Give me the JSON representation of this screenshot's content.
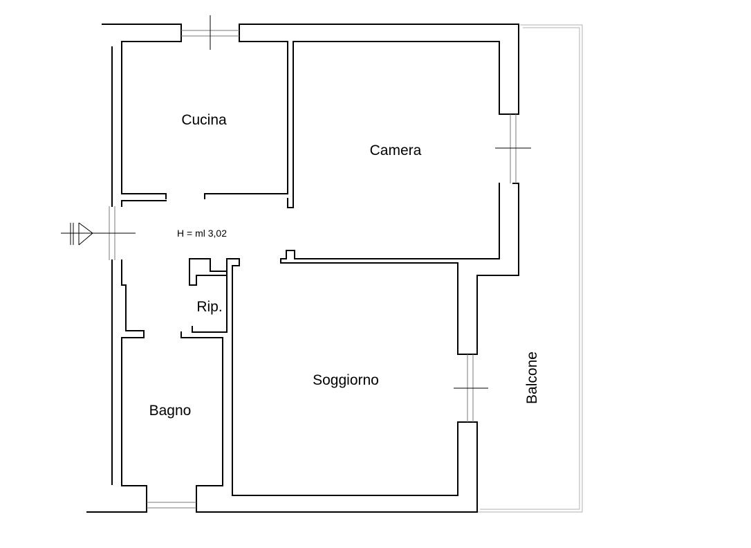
{
  "rooms": {
    "cucina": "Cucina",
    "camera": "Camera",
    "soggiorno": "Soggiorno",
    "bagno": "Bagno",
    "ripostiglio": "Rip.",
    "balcone": "Balcone"
  },
  "ceiling_height": "H = ml 3,02"
}
